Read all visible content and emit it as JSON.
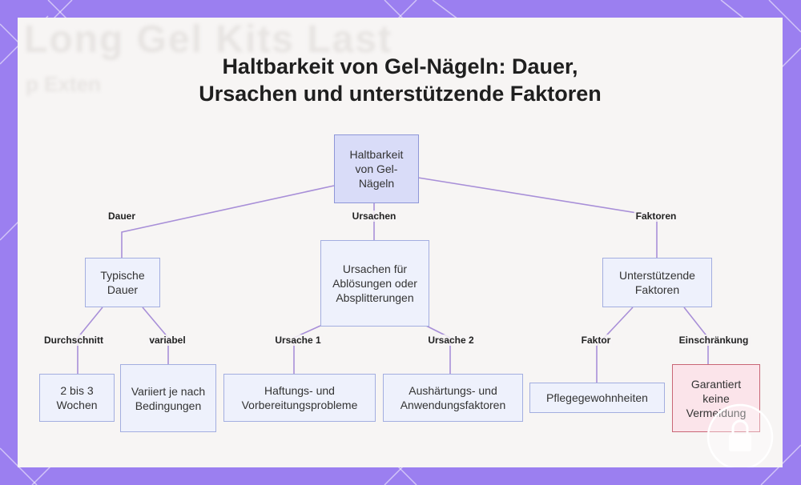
{
  "title_line1": "Haltbarkeit von Gel-Nägeln: Dauer,",
  "title_line2": "Ursachen und unterstützende Faktoren",
  "background_text": {
    "line1": "Long Gel Kits Last",
    "line2": "p Exten"
  },
  "colors": {
    "frame": "#9b7ff0",
    "card": "#f7f5f4",
    "node_fill": "#eef1fc",
    "node_border": "#a3aee0",
    "root_fill": "#d9dcf8",
    "warn_fill": "#fbe4ea",
    "warn_border": "#c96676",
    "edge": "#a88fd8"
  },
  "nodes": {
    "root": "Haltbarkeit von Gel-Nägeln",
    "typische_dauer": "Typische Dauer",
    "ursachen": "Ursachen für Ablösungen oder Absplitterungen",
    "faktoren": "Unterstützende Faktoren",
    "wochen": "2 bis 3 Wochen",
    "variiert": "Variiert je nach Bedingungen",
    "haftung": "Haftungs- und Vorbereitungsprobleme",
    "aushaertung": "Aushärtungs- und Anwendungsfaktoren",
    "pflege": "Pflegegewohnheiten",
    "garantiert": "Garantiert keine Vermeidung"
  },
  "edge_labels": {
    "dauer": "Dauer",
    "ursachen": "Ursachen",
    "faktoren": "Faktoren",
    "durchschnitt": "Durchschnitt",
    "variabel": "variabel",
    "ursache1": "Ursache 1",
    "ursache2": "Ursache 2",
    "faktor": "Faktor",
    "einschraenkung": "Einschränkung"
  },
  "watermark_icon": "lock-icon"
}
